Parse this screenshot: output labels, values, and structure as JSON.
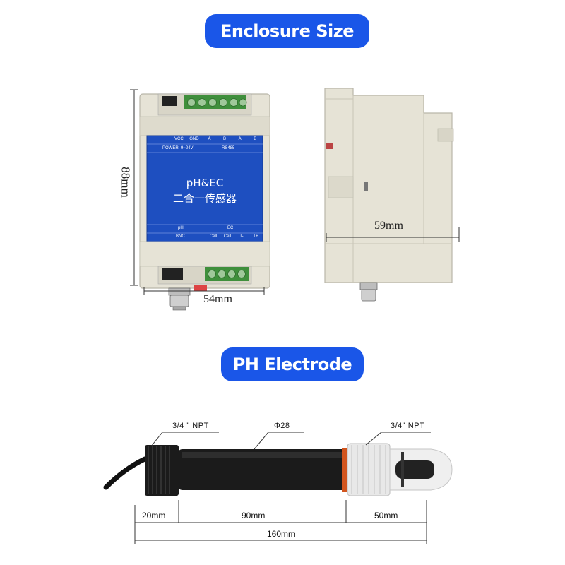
{
  "headings": {
    "enclosure_size": "Enclosure Size",
    "ph_electrode": "PH Electrode"
  },
  "device": {
    "title_line1": "pH&EC",
    "title_line2": "二合一传感器",
    "top_terminals": [
      "VCC",
      "GND",
      "A",
      "B",
      "A",
      "B"
    ],
    "power_label": "POWER: 9~24V",
    "rs485_label": "RS485",
    "ph_label": "pH",
    "ec_label": "EC",
    "bnc_label": "BNC",
    "bottom_terminals": [
      "Cell",
      "Cell",
      "T-",
      "T+"
    ]
  },
  "enclosure_dims": {
    "height": "88mm",
    "width": "54mm",
    "depth": "59mm"
  },
  "electrode_labels": {
    "left_thread": "3/4 \" NPT",
    "diameter": "Φ28",
    "right_thread": "3/4\" NPT",
    "seg1": "20mm",
    "seg2": "90mm",
    "seg3": "50mm",
    "total": "160mm"
  },
  "colors": {
    "accent_blue": "#1a56e8",
    "panel_blue": "#1e4fc0",
    "housing": "#e6e3d6",
    "terminal_green": "#3f8f3c",
    "electrode_black": "#1b1b1b"
  }
}
